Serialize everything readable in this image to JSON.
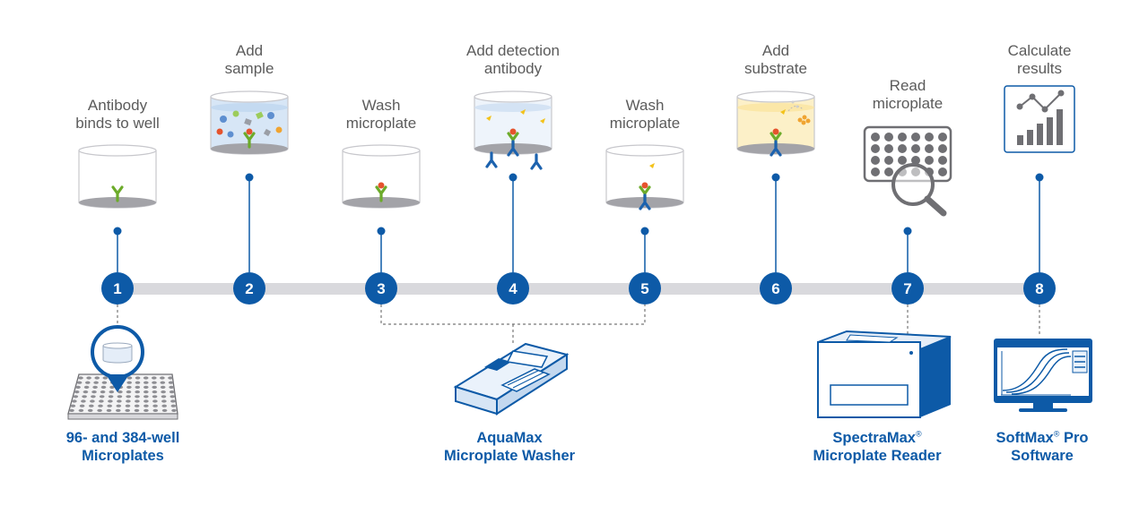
{
  "colors": {
    "accent": "#0d5aa7",
    "line": "#d9d9dd",
    "label": "#5b5b5b",
    "antibody_green": "#6cab2a",
    "antibody_blue": "#1c62ae",
    "antigen_red": "#e5532d",
    "tag_yellow": "#f3c21a"
  },
  "steps": [
    {
      "number": "1",
      "label_lines": [
        "Antibody",
        "binds to well"
      ],
      "icon": "well-capture-antibody-icon"
    },
    {
      "number": "2",
      "label_lines": [
        "Add",
        "sample"
      ],
      "icon": "well-sample-icon"
    },
    {
      "number": "3",
      "label_lines": [
        "Wash",
        "microplate"
      ],
      "icon": "well-bound-antigen-icon"
    },
    {
      "number": "4",
      "label_lines": [
        "Add detection",
        "antibody"
      ],
      "icon": "well-detection-antibody-icon"
    },
    {
      "number": "5",
      "label_lines": [
        "Wash",
        "microplate"
      ],
      "icon": "well-sandwich-icon"
    },
    {
      "number": "6",
      "label_lines": [
        "Add",
        "substrate"
      ],
      "icon": "well-substrate-icon"
    },
    {
      "number": "7",
      "label_lines": [
        "Read",
        "microplate"
      ],
      "icon": "microplate-magnifier-icon"
    },
    {
      "number": "8",
      "label_lines": [
        "Calculate",
        "results"
      ],
      "icon": "results-chart-icon"
    }
  ],
  "products": [
    {
      "name_lines": [
        "96- and 384-well",
        "Microplates"
      ],
      "icon": "microplate-pin-icon"
    },
    {
      "name_lines": [
        "AquaMax",
        "Microplate Washer"
      ],
      "icon": "plate-washer-icon"
    },
    {
      "name_lines": [
        "SpectraMax",
        "Microplate Reader"
      ],
      "sup": "®",
      "icon": "plate-reader-icon"
    },
    {
      "name_lines": [
        "SoftMax",
        "Pro",
        "Software"
      ],
      "sup": "®",
      "icon": "software-monitor-icon"
    }
  ]
}
